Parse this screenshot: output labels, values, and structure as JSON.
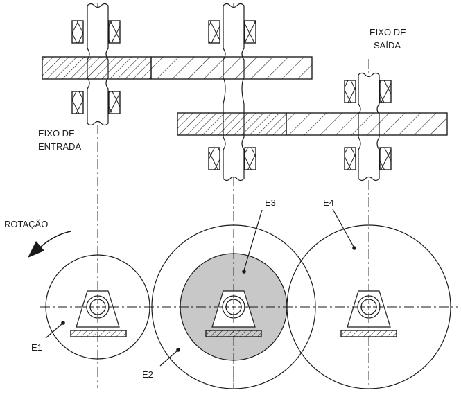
{
  "labels": {
    "input_shaft_line1": "EIXO DE",
    "input_shaft_line2": "ENTRADA",
    "output_shaft_line1": "EIXO DE",
    "output_shaft_line2": "SAÍDA",
    "rotation": "ROTAÇÃO",
    "e1": "E1",
    "e2": "E2",
    "e3": "E3",
    "e4": "E4"
  },
  "colors": {
    "line": "#1a1a1a",
    "gear_e3_fill": "#c8c8c8",
    "background": "#ffffff"
  }
}
